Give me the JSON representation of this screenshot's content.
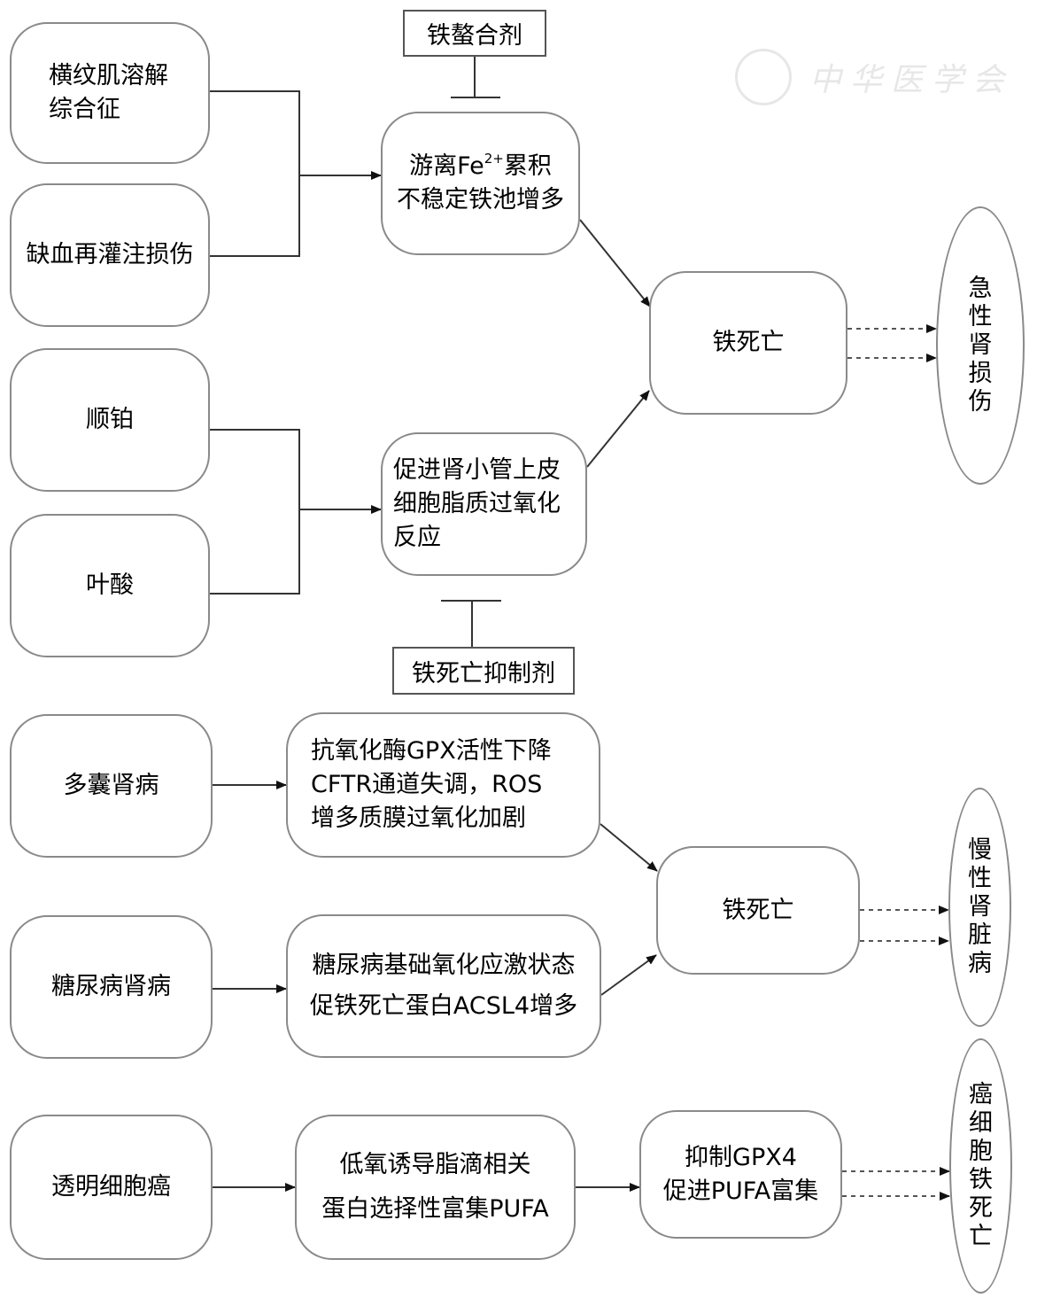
{
  "watermark": {
    "text": "中华医学会"
  },
  "acute": {
    "inhibitor_top": "铁螯合剂",
    "inhibitor_bottom": "铁死亡抑制剂",
    "causes": [
      {
        "lines": [
          "横纹肌溶解",
          "综合征"
        ]
      },
      {
        "lines": [
          "缺血再灌注损伤"
        ]
      },
      {
        "lines": [
          "顺铂"
        ]
      },
      {
        "lines": [
          "叶酸"
        ]
      }
    ],
    "mechanism1": {
      "line1_pre": "游离Fe",
      "line1_sup": "2+",
      "line1_post": "累积",
      "line2": "不稳定铁池增多"
    },
    "mechanism2": {
      "lines": [
        "促进肾小管上皮",
        "细胞脂质过氧化",
        "反应"
      ]
    },
    "ferroptosis": "铁死亡",
    "outcome": [
      "急",
      "性",
      "肾",
      "损",
      "伤"
    ]
  },
  "chronic": {
    "causes": [
      {
        "label": "多囊肾病"
      },
      {
        "label": "糖尿病肾病"
      }
    ],
    "mechanisms": [
      {
        "lines": [
          "抗氧化酶GPX活性下降",
          "CFTR通道失调，ROS",
          "增多质膜过氧化加剧"
        ]
      },
      {
        "lines": [
          "糖尿病基础氧化应激状态",
          "促铁死亡蛋白ACSL4增多"
        ]
      }
    ],
    "ferroptosis": "铁死亡",
    "outcome": [
      "慢",
      "性",
      "肾",
      "脏",
      "病"
    ]
  },
  "cancer": {
    "cause": "透明细胞癌",
    "mechanism": {
      "lines": [
        "低氧诱导脂滴相关",
        "蛋白选择性富集PUFA"
      ]
    },
    "effect": {
      "lines": [
        "抑制GPX4",
        "促进PUFA富集"
      ]
    },
    "outcome": [
      "癌",
      "细",
      "胞",
      "铁",
      "死",
      "亡"
    ]
  }
}
